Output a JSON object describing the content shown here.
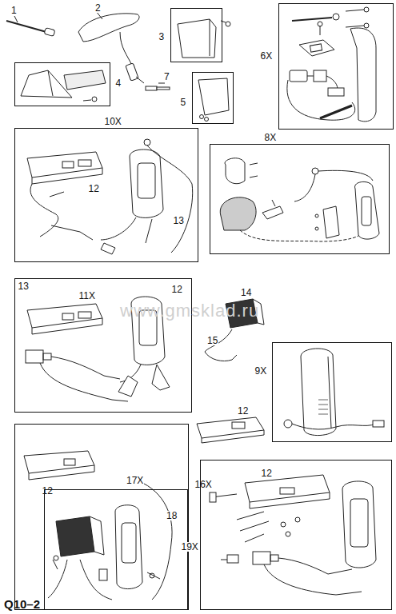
{
  "diagram": {
    "caption": "Q10–2",
    "nodes": [
      {
        "text": [
          "3"
        ]
      },
      {
        "text": [
          "6X"
        ]
      },
      {
        "text": [
          "4"
        ]
      },
      {
        "text": [
          "5"
        ]
      },
      {
        "text": [
          "10X",
          "12",
          "13"
        ]
      },
      {
        "text": [
          "8X"
        ]
      },
      {
        "text": [
          "11X",
          "12",
          "13"
        ]
      },
      {
        "text": [
          "9X"
        ]
      },
      {
        "text": [
          "16X",
          "12"
        ]
      },
      {
        "text": [
          "17X",
          "18"
        ],
        "in": 8
      },
      {
        "text": [
          "19X",
          "12"
        ]
      }
    ],
    "edges": [],
    "labels": [
      "1",
      "2",
      "7",
      "14",
      "15",
      "12",
      "www.gmsklad.ru"
    ]
  }
}
